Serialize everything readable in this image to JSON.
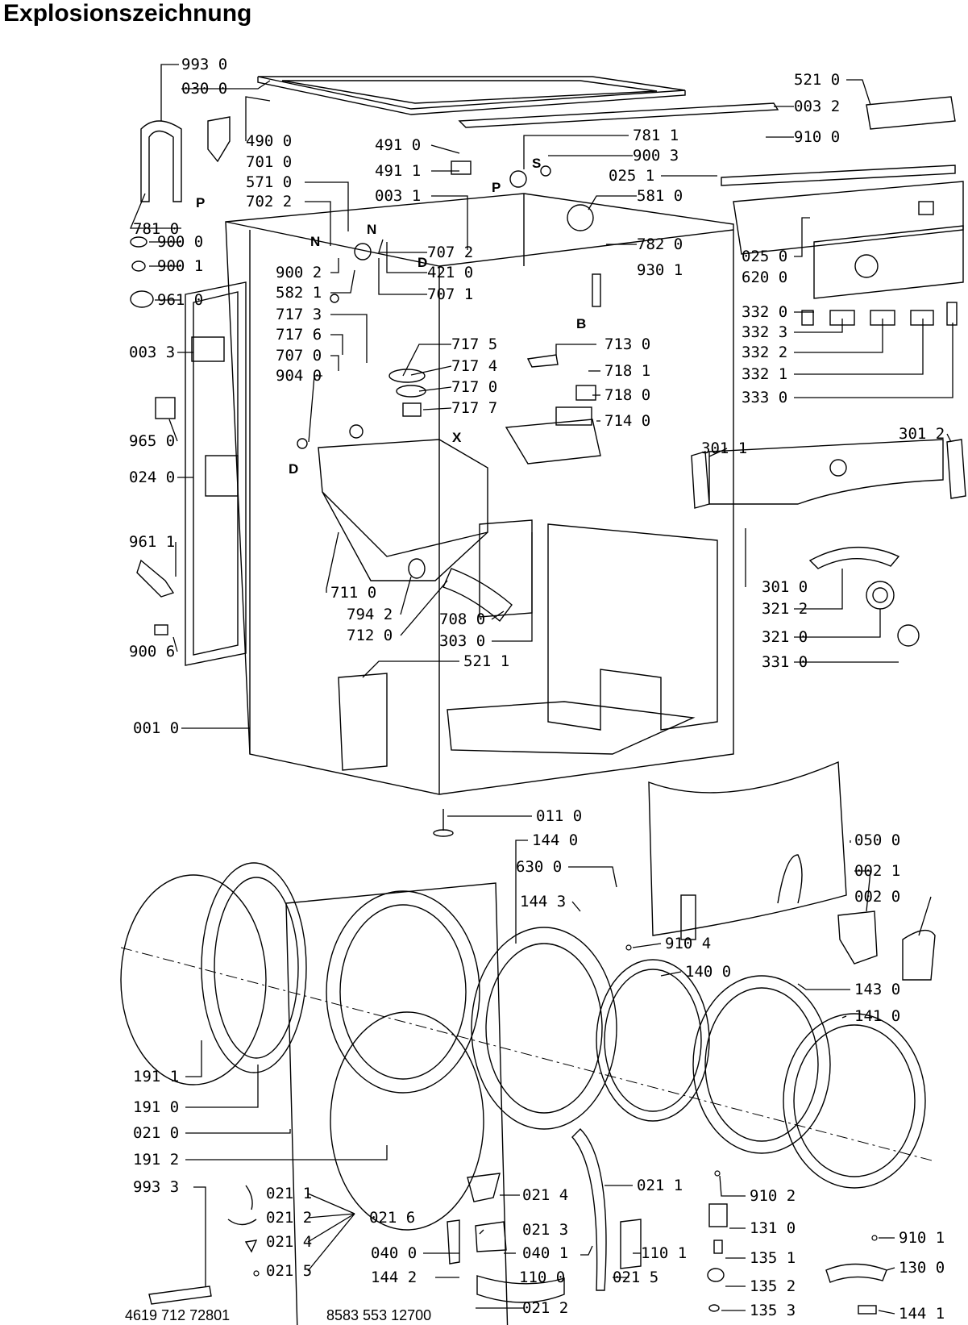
{
  "title": "Explosionszeichnung",
  "parts": [
    {
      "label": "993 0"
    },
    {
      "label": "030 0"
    },
    {
      "label": "490 0"
    },
    {
      "label": "701 0"
    },
    {
      "label": "571 0"
    },
    {
      "label": "702 2"
    },
    {
      "label": "781 0"
    },
    {
      "label": "900 0"
    },
    {
      "label": "900 1"
    },
    {
      "label": "961 0"
    },
    {
      "label": "003 3"
    },
    {
      "label": "965 0"
    },
    {
      "label": "024 0"
    },
    {
      "label": "961 1"
    },
    {
      "label": "900 6"
    },
    {
      "label": "001 0"
    },
    {
      "label": "491 0"
    },
    {
      "label": "491 1"
    },
    {
      "label": "003 1"
    },
    {
      "label": "781 1"
    },
    {
      "label": "900 3"
    },
    {
      "label": "025 1"
    },
    {
      "label": "581 0"
    },
    {
      "label": "782 0"
    },
    {
      "label": "930 1"
    },
    {
      "label": "707 2"
    },
    {
      "label": "421 0"
    },
    {
      "label": "707 1"
    },
    {
      "label": "900 2"
    },
    {
      "label": "582 1"
    },
    {
      "label": "717 3"
    },
    {
      "label": "717 6"
    },
    {
      "label": "707 0"
    },
    {
      "label": "904 0"
    },
    {
      "label": "717 5"
    },
    {
      "label": "717 4"
    },
    {
      "label": "717 0"
    },
    {
      "label": "717 7"
    },
    {
      "label": "713 0"
    },
    {
      "label": "718 1"
    },
    {
      "label": "718 0"
    },
    {
      "label": "714 0"
    },
    {
      "label": "711 0"
    },
    {
      "label": "794 2"
    },
    {
      "label": "712 0"
    },
    {
      "label": "708 0"
    },
    {
      "label": "303 0"
    },
    {
      "label": "521 1"
    },
    {
      "label": "521 0"
    },
    {
      "label": "003 2"
    },
    {
      "label": "910 0"
    },
    {
      "label": "025 0"
    },
    {
      "label": "620 0"
    },
    {
      "label": "332 0"
    },
    {
      "label": "332 3"
    },
    {
      "label": "332 2"
    },
    {
      "label": "332 1"
    },
    {
      "label": "333 0"
    },
    {
      "label": "301 1"
    },
    {
      "label": "301 2"
    },
    {
      "label": "301 0"
    },
    {
      "label": "321 2"
    },
    {
      "label": "321 0"
    },
    {
      "label": "331 0"
    },
    {
      "label": "011 0"
    },
    {
      "label": "144 0"
    },
    {
      "label": "630 0"
    },
    {
      "label": "144 3"
    },
    {
      "label": "910 4"
    },
    {
      "label": "140 0"
    },
    {
      "label": "050 0"
    },
    {
      "label": "002 1"
    },
    {
      "label": "002 0"
    },
    {
      "label": "143 0"
    },
    {
      "label": "141 0"
    },
    {
      "label": "191 1"
    },
    {
      "label": "191 0"
    },
    {
      "label": "021 0"
    },
    {
      "label": "191 2"
    },
    {
      "label": "993 3"
    },
    {
      "label": "021 1"
    },
    {
      "label": "021 2"
    },
    {
      "label": "021 4"
    },
    {
      "label": "021 5"
    },
    {
      "label": "021 6"
    },
    {
      "label": "021 4"
    },
    {
      "label": "021 3"
    },
    {
      "label": "040 1"
    },
    {
      "label": "040 0"
    },
    {
      "label": "144 2"
    },
    {
      "label": "021 2"
    },
    {
      "label": "021 1"
    },
    {
      "label": "110 1"
    },
    {
      "label": "110 0"
    },
    {
      "label": "021 5"
    },
    {
      "label": "910 2"
    },
    {
      "label": "131 0"
    },
    {
      "label": "135 1"
    },
    {
      "label": "135 2"
    },
    {
      "label": "135 3"
    },
    {
      "label": "910 1"
    },
    {
      "label": "130 0"
    },
    {
      "label": "144 1"
    }
  ],
  "letters": [
    "P",
    "N",
    "N",
    "D",
    "S",
    "P",
    "B",
    "X",
    "D"
  ],
  "footer": {
    "code_left": "4619 712 72801",
    "code_right": "8583 553 12700"
  }
}
